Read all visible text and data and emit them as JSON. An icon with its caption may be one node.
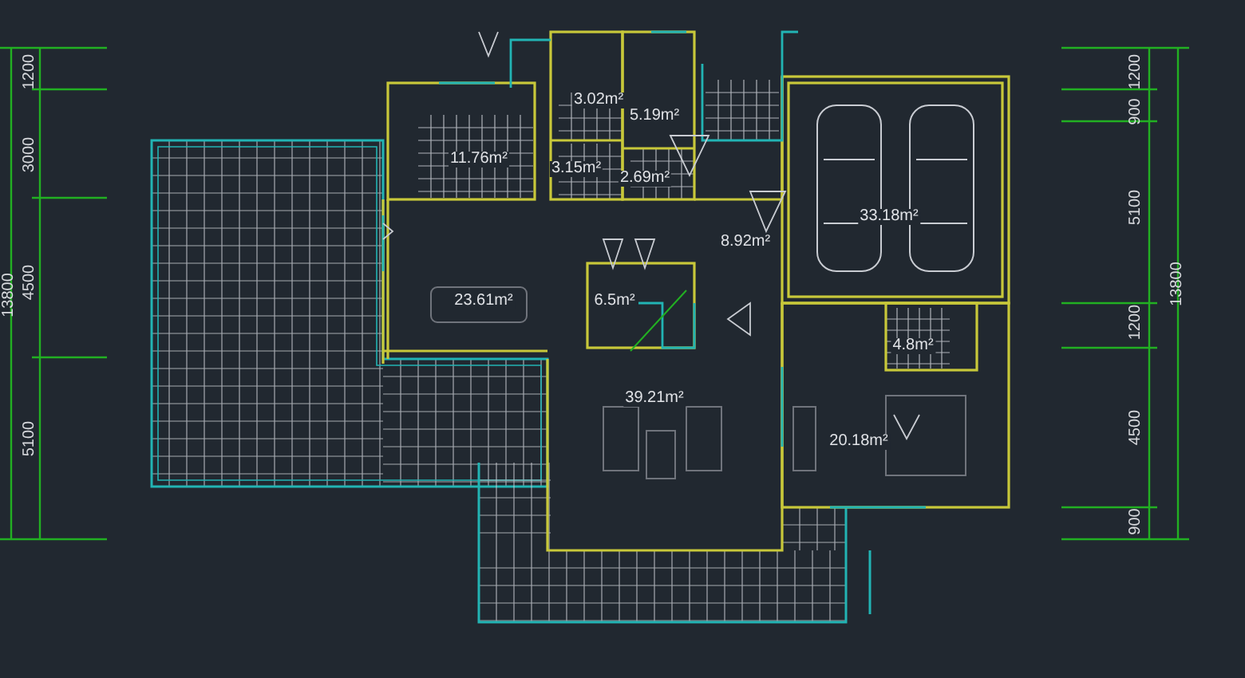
{
  "diagram": {
    "labels": [
      "1200",
      "3000",
      "13800",
      "4500",
      "5100",
      "1200",
      "900",
      "5100",
      "13800",
      "1200",
      "4500",
      "900",
      "3.02m²",
      "5.19m²",
      "11.76m²",
      "3.15m²",
      "2.69m²",
      "33.18m²",
      "8.92m²",
      "23.61m²",
      "6.5m²",
      "4.8m²",
      "39.21m²",
      "20.18m²"
    ]
  }
}
